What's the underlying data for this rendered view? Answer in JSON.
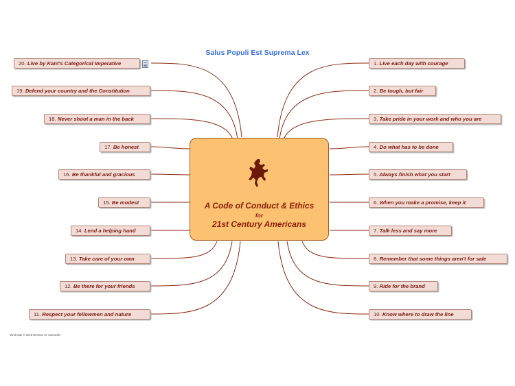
{
  "title": "Salus Populi Est Suprema Lex",
  "center": {
    "line1": "A Code of Conduct & Ethics",
    "line2": "for",
    "line3": "21st Century Americans",
    "logo_icon": "bucking-horse-rider-icon"
  },
  "right_items": [
    {
      "number": "1.",
      "text": "Live each day with courage"
    },
    {
      "number": "2.",
      "text": "Be tough, but fair"
    },
    {
      "number": "3.",
      "text": "Take pride in your work and who you are"
    },
    {
      "number": "4.",
      "text": "Do what has to be done"
    },
    {
      "number": "5.",
      "text": "Always finish what you start"
    },
    {
      "number": "6.",
      "text": "When you make a promise, keep it"
    },
    {
      "number": "7.",
      "text": "Talk less and say more"
    },
    {
      "number": "8.",
      "text": "Remember that some things aren't for sale"
    },
    {
      "number": "9.",
      "text": "Ride for the brand"
    },
    {
      "number": "10.",
      "text": "Know where to draw the line"
    }
  ],
  "left_items": [
    {
      "number": "20.",
      "text": "Live by Kant's Categorical Imperative"
    },
    {
      "number": "19.",
      "text": "Defend your country and the Constitution"
    },
    {
      "number": "18.",
      "text": "Never shoot a man in the back"
    },
    {
      "number": "17.",
      "text": "Be honest"
    },
    {
      "number": "16.",
      "text": "Be thankful and gracious"
    },
    {
      "number": "15.",
      "text": "Be modest"
    },
    {
      "number": "14.",
      "text": "Lend a helping hand"
    },
    {
      "number": "13.",
      "text": "Take care of your own"
    },
    {
      "number": "12.",
      "text": "Be there for your friends"
    },
    {
      "number": "11.",
      "text": "Respect your fellowmen and nature"
    }
  ],
  "note_icon": "note-icon",
  "footer": "Mind Map © 2018 Dietmar W. Sokowski",
  "colors": {
    "title": "#3b6fd6",
    "center_fill": "#fdc172",
    "center_text": "#8a1e08",
    "node_fill": "#f4dcd6",
    "connector": "#8b2a10"
  }
}
